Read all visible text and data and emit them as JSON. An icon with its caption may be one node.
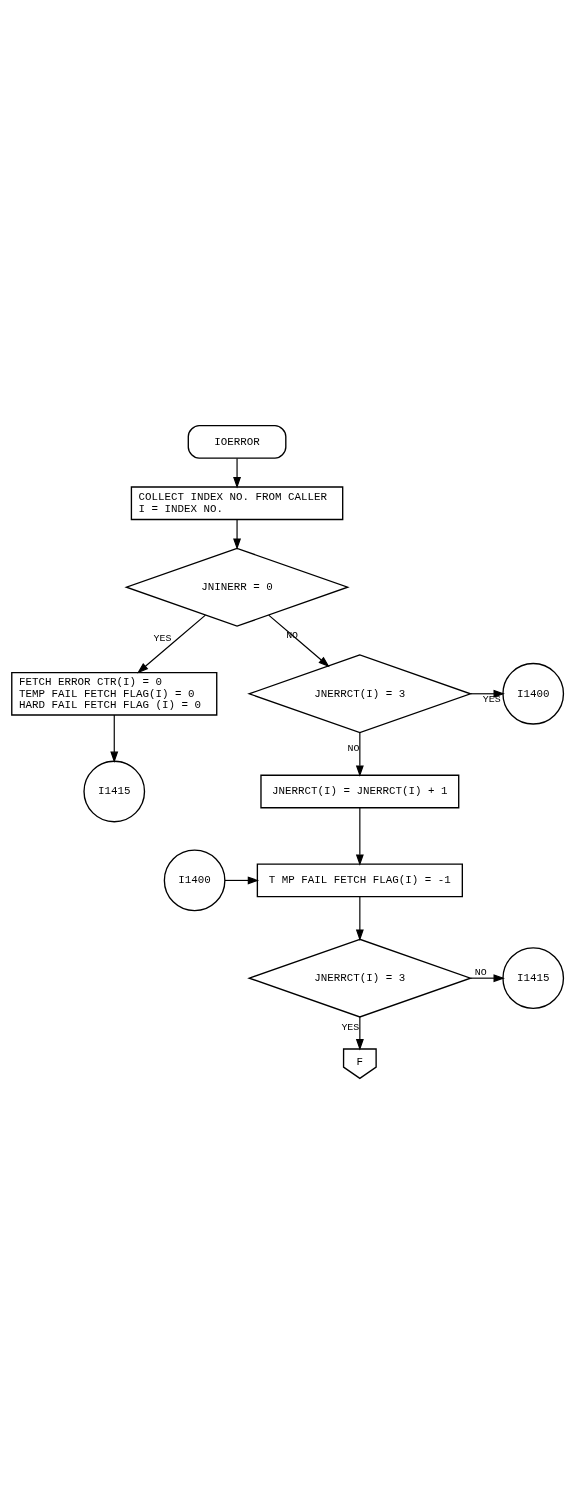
{
  "diagram": {
    "nodes": [
      {
        "text": [
          "IOERROR"
        ]
      },
      {
        "text": [
          "COLLECT INDEX NO. FROM CALLER",
          "I = INDEX NO."
        ]
      },
      {
        "text": [
          "JNINERR = 0"
        ]
      },
      {
        "text": [
          "FETCH ERROR CTR(I) = 0",
          "TEMP FAIL FETCH FLAG(I) = 0",
          "HARD FAIL FETCH FLAG (I) = 0"
        ]
      },
      {
        "text": [
          "I1415"
        ]
      },
      {
        "text": [
          "JNERRCT(I) = 3"
        ]
      },
      {
        "text": [
          "I1400"
        ]
      },
      {
        "text": [
          "JNERRCT(I) = JNERRCT(I) + 1"
        ]
      },
      {
        "text": [
          "I1400"
        ]
      },
      {
        "text": [
          "T MP FAIL FETCH FLAG(I) = -1"
        ]
      },
      {
        "text": [
          "JNERRCT(I) = 3"
        ]
      },
      {
        "text": [
          "I1415"
        ]
      },
      {
        "text": [
          "F"
        ]
      }
    ],
    "edges": [
      {
        "from": 0,
        "to": 1,
        "arrow": "to"
      },
      {
        "from": 1,
        "to": 2,
        "arrow": "to"
      },
      {
        "from": 2,
        "to": 5,
        "arrow": "to",
        "label": "NO"
      },
      {
        "from": 2,
        "to": 3,
        "arrow": "to",
        "label": "YES"
      },
      {
        "from": 3,
        "to": 4,
        "arrow": "to"
      },
      {
        "from": 5,
        "to": 6,
        "arrow": "to",
        "label": "YES"
      },
      {
        "from": 5,
        "to": 7,
        "arrow": "to",
        "label": "NO"
      },
      {
        "from": 7,
        "to": 9,
        "arrow": "to"
      },
      {
        "from": 8,
        "to": 9,
        "arrow": "to"
      },
      {
        "from": 9,
        "to": 10,
        "arrow": "to"
      },
      {
        "from": 10,
        "to": 11,
        "arrow": "to",
        "label": "NO"
      },
      {
        "from": 10,
        "to": 12,
        "arrow": "to",
        "label": "YES"
      }
    ]
  }
}
